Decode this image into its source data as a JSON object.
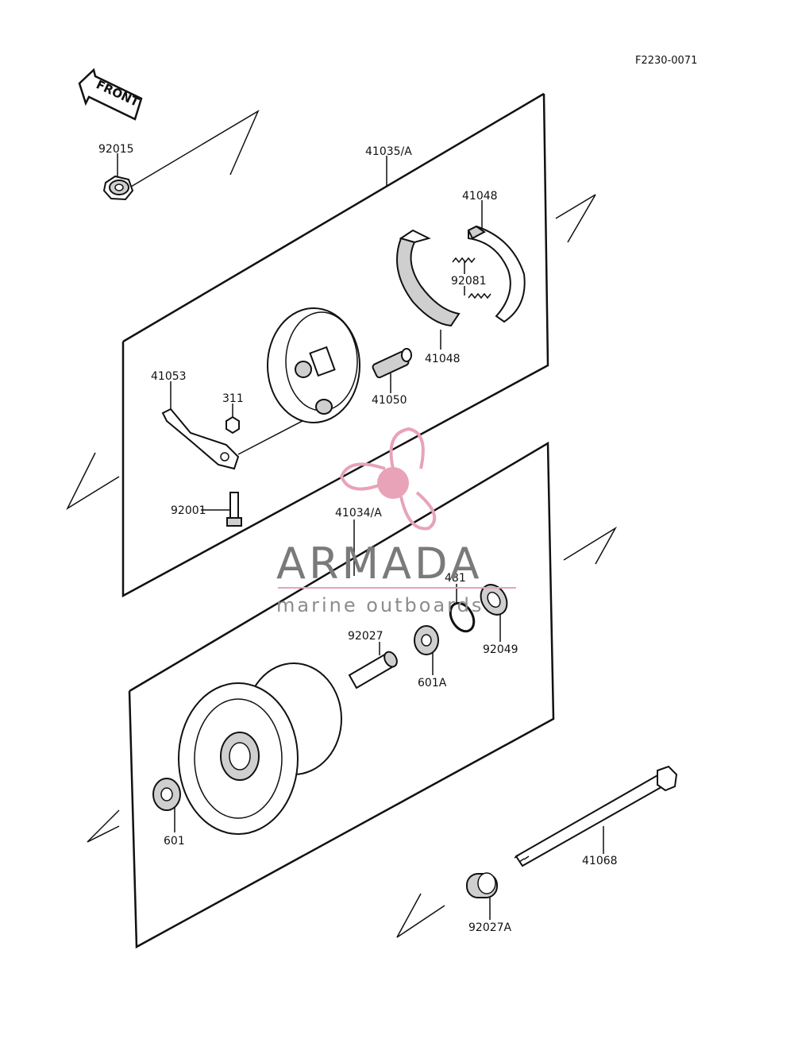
{
  "diagram": {
    "code": "F2230-0071",
    "front_label": "FRONT",
    "parts": {
      "p92015": "92015",
      "p41035": "41035/A",
      "p41048_top": "41048",
      "p92081": "92081",
      "p41048_bottom": "41048",
      "p41050": "41050",
      "p41053": "41053",
      "p311": "311",
      "p92001": "92001",
      "p41034": "41034/A",
      "p481": "481",
      "p92049": "92049",
      "p92027": "92027",
      "p601A": "601A",
      "p601": "601",
      "p41068": "41068",
      "p92027A": "92027A"
    }
  },
  "watermark": {
    "brand": "ARMADA",
    "tagline": "marine outboards",
    "color": "#e8a3b8"
  }
}
